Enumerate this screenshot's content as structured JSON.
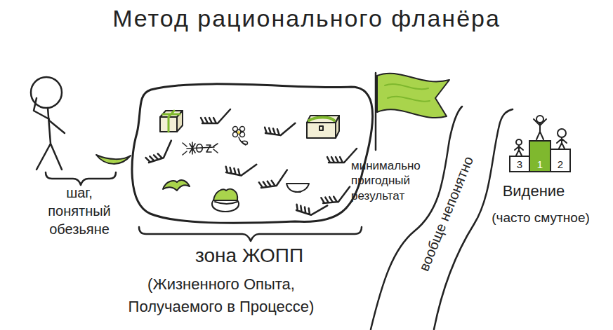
{
  "diagram": {
    "title": "Метод рационального фланёра",
    "nodes": [
      {
        "text": [
          "3"
        ]
      },
      {
        "text": [
          "1"
        ]
      },
      {
        "text": [
          "2"
        ]
      }
    ],
    "labels": [
      "шаг, понятный обезьяне",
      "зона ЖОПП",
      "(Жизненного Опыта, Получаемого в Процессе)",
      "минимально пригодный результат",
      "вообще непонятно",
      "Видение",
      "(часто смутное)"
    ]
  }
}
